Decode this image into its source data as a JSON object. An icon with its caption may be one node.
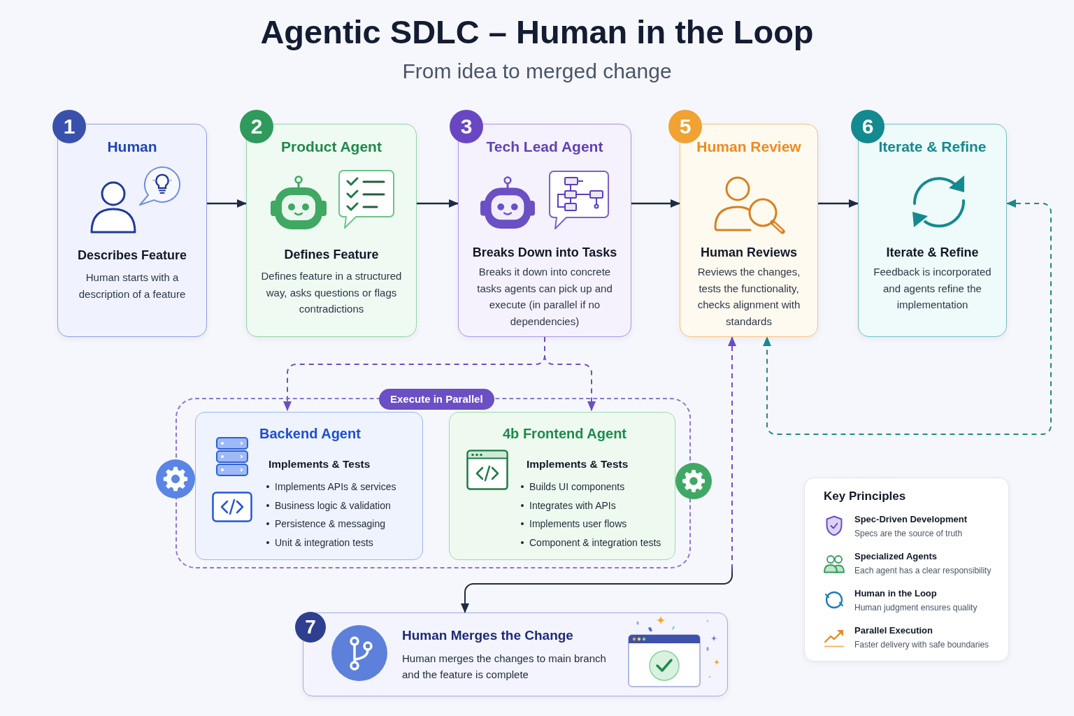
{
  "diagram": {
    "title": "Agentic SDLC – Human in the Loop",
    "nodes": [
      {
        "text": [
          "1",
          "Human",
          "Describes Feature",
          "Human starts with a description of a feature"
        ]
      },
      {
        "text": [
          "2",
          "Product Agent",
          "Defines Feature",
          "Defines feature in a structured way, asks questions or flags contradictions"
        ]
      },
      {
        "text": [
          "3",
          "Tech Lead Agent",
          "Breaks Down into Tasks",
          "Breaks it down into concrete tasks agents can pick up and execute (in parallel if no dependencies)"
        ]
      },
      {
        "text": [
          "5",
          "Human Review",
          "Human Reviews",
          "Reviews the changes, tests the functionality, checks alignment with standards"
        ]
      },
      {
        "text": [
          "6",
          "Iterate & Refine",
          "Iterate & Refine",
          "Feedback is incorporated and agents refine the implementation"
        ]
      },
      {
        "text": [
          "Execute in Parallel"
        ]
      },
      {
        "text": [
          "Backend Agent",
          "Implements & Tests",
          "Implements APIs & services",
          "Business logic & validation",
          "Persistence & messaging",
          "Unit & integration tests"
        ],
        "in": 5
      },
      {
        "text": [
          "4b Frontend Agent",
          "Implements & Tests",
          "Builds UI components",
          "Integrates with APIs",
          "Implements user flows",
          "Component & integration tests"
        ],
        "in": 5
      },
      {
        "text": [
          "7",
          "Human Merges the Change",
          "Human merges the changes to main branch and the feature is complete"
        ]
      },
      {
        "text": [
          "Key Principles",
          "Spec-Driven Development",
          "Specs are the source of truth",
          "Specialized Agents",
          "Each agent has a clear responsibility",
          "Human in the Loop",
          "Human judgment ensures quality",
          "Parallel Execution",
          "Faster delivery with safe boundaries"
        ]
      }
    ],
    "edges": [
      {
        "from": 0,
        "to": 1,
        "arrow": "to"
      },
      {
        "from": 1,
        "to": 2,
        "arrow": "to"
      },
      {
        "from": 2,
        "to": 3,
        "arrow": "to"
      },
      {
        "from": 3,
        "to": 4,
        "arrow": "to"
      },
      {
        "from": 2,
        "to": 6,
        "arrow": "to",
        "style": "dashed",
        "color": "#6b4fc4"
      },
      {
        "from": 2,
        "to": 7,
        "arrow": "to",
        "style": "dashed",
        "color": "#6b4fc4"
      },
      {
        "from": 3,
        "to": 8,
        "arrow": "both",
        "style": "dashed",
        "color": "#6b4fc4"
      },
      {
        "from": 4,
        "to": 3,
        "arrow": "both",
        "style": "dashed",
        "color": "#1a8a92"
      }
    ],
    "labels": [
      "From idea to merged change"
    ]
  }
}
